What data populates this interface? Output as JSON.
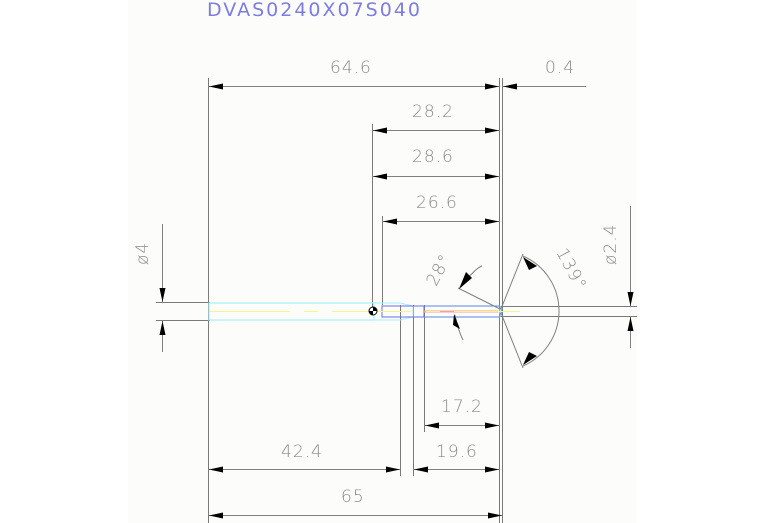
{
  "title": "DVAS0240X07S040",
  "colors": {
    "title": "#7d7ddf",
    "dimension_text": "#8a8a8a",
    "dimension_line": "#808080",
    "body_outline": "#a6f0f7",
    "center_line": "#f5f58a",
    "drill_outline": "#6a6ae8",
    "flute_line": "#f2a0a0",
    "panel_background": "#fcfdfb"
  },
  "dimensions": {
    "overall_to_tip": "64.6",
    "tip_offset": "0.4",
    "d_28_2": "28.2",
    "d_28_6": "28.6",
    "d_26_6": "26.6",
    "angle_28": "28°",
    "angle_139": "139°",
    "diameter_shank": "ø4",
    "diameter_tip": "ø2.4",
    "d_17_2": "17.2",
    "d_19_6": "19.6",
    "d_42_4": "42.4",
    "overall_length": "65"
  }
}
